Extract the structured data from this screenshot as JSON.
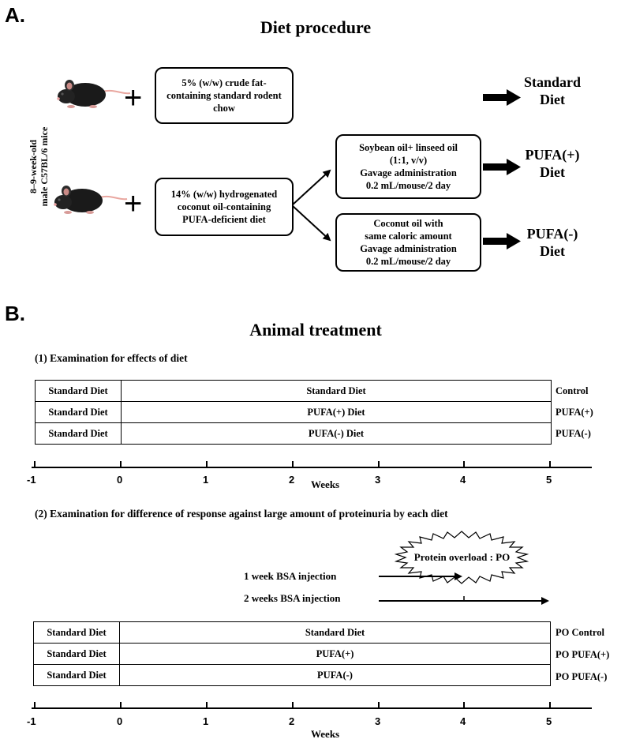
{
  "panel_a": {
    "label": "A.",
    "title": "Diet procedure",
    "mice_label": [
      "8–9-week-old",
      "male C57BL/6 mice"
    ],
    "plus": "+",
    "box_standard": [
      "5% (w/w) crude fat-",
      "containing standard rodent",
      "chow"
    ],
    "box_deficient": [
      "14% (w/w) hydrogenated",
      "coconut oil-containing",
      "PUFA-deficient diet"
    ],
    "box_soy": [
      "Soybean oil+ linseed oil",
      "(1:1, v/v)",
      "Gavage administration",
      "0.2 mL/mouse/2 day"
    ],
    "box_coconut": [
      "Coconut oil with",
      "same caloric amount",
      "Gavage administration",
      "0.2 mL/mouse/2 day"
    ],
    "outcome_standard": [
      "Standard",
      "Diet"
    ],
    "outcome_pufa_plus": [
      "PUFA(+)",
      "Diet"
    ],
    "outcome_pufa_minus": [
      "PUFA(-)",
      "Diet"
    ]
  },
  "panel_b": {
    "label": "B.",
    "title": "Animal treatment",
    "section1": {
      "heading": "(1) Examination for effects of diet",
      "rows": [
        {
          "pre": "Standard Diet",
          "main": "Standard Diet",
          "group": "Control"
        },
        {
          "pre": "Standard Diet",
          "main": "PUFA(+) Diet",
          "group": "PUFA(+)"
        },
        {
          "pre": "Standard Diet",
          "main": "PUFA(-) Diet",
          "group": "PUFA(-)"
        }
      ],
      "axis_ticks": [
        "-1",
        "0",
        "1",
        "2",
        "3",
        "4",
        "5"
      ],
      "axis_label": "Weeks"
    },
    "section2": {
      "heading": "(2) Examination for difference of response against large amount of proteinuria by each diet",
      "burst_label": "Protein overload : PO",
      "injection_1": "1 week BSA injection",
      "injection_2": "2 weeks BSA injection",
      "rows": [
        {
          "pre": "Standard Diet",
          "main": "Standard Diet",
          "group": "PO Control"
        },
        {
          "pre": "Standard Diet",
          "main": "PUFA(+)",
          "group": "PO PUFA(+)"
        },
        {
          "pre": "Standard Diet",
          "main": "PUFA(-)",
          "group": "PO PUFA(-)"
        }
      ],
      "axis_ticks": [
        "-1",
        "0",
        "1",
        "2",
        "3",
        "4",
        "5"
      ],
      "axis_label": "Weeks"
    }
  }
}
